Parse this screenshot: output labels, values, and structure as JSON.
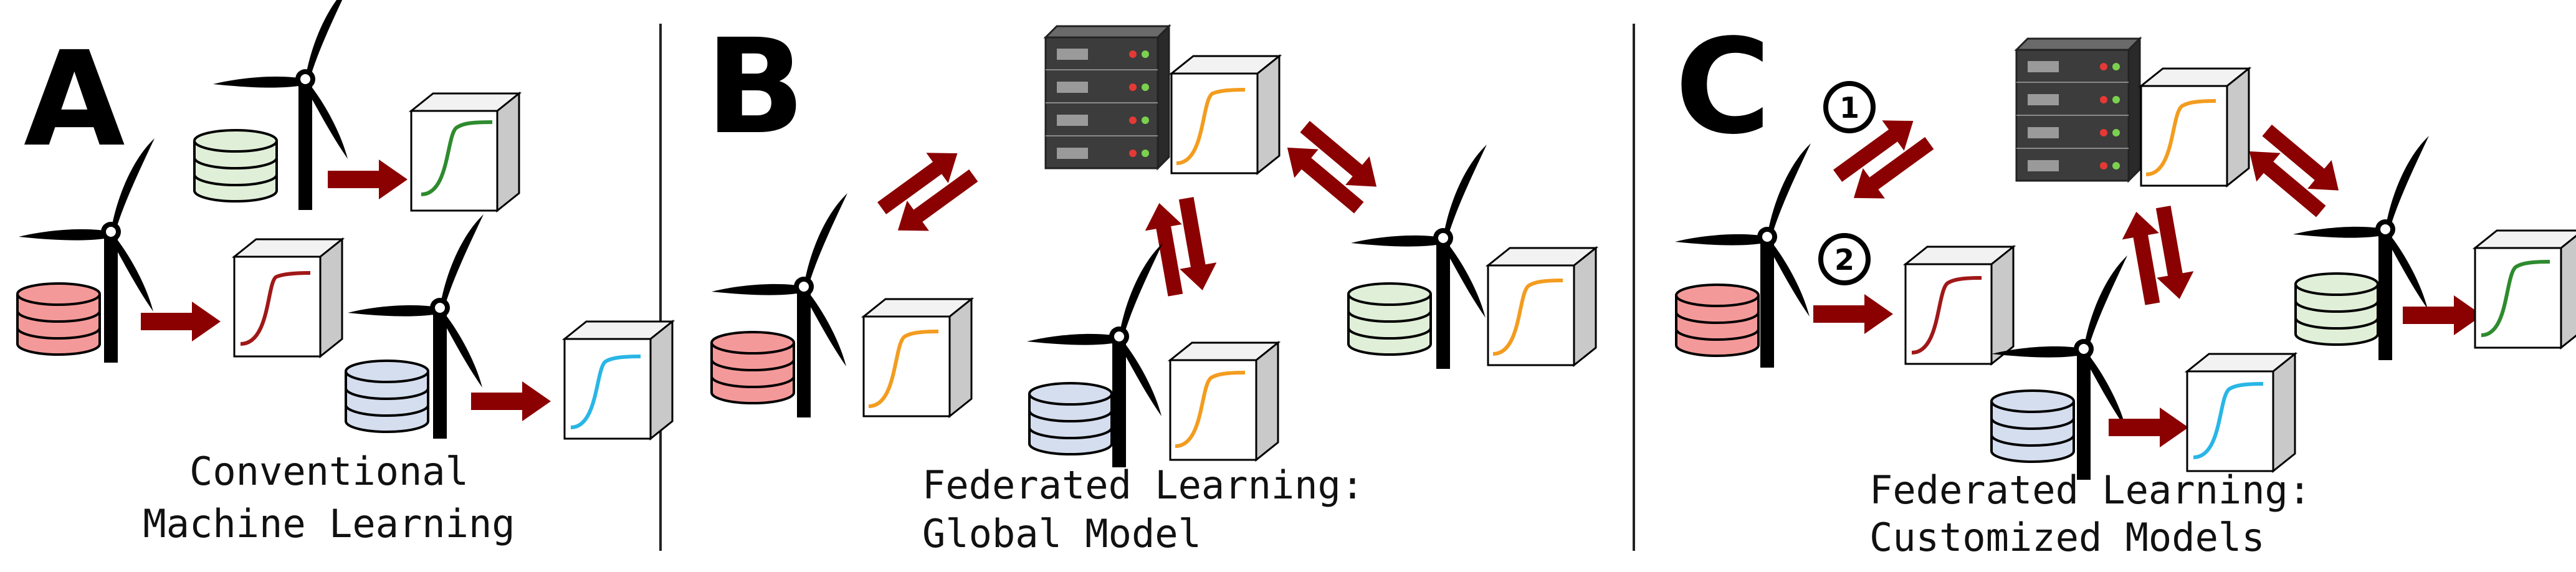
{
  "panels": [
    {
      "letter": "A",
      "caption_line1": "Conventional",
      "caption_line2": "Machine Learning"
    },
    {
      "letter": "B",
      "caption_line1": "Federated Learning:",
      "caption_line2": "Global Model"
    },
    {
      "letter": "C",
      "caption_line1": "Federated Learning:",
      "caption_line2": "Customized Models"
    }
  ],
  "steps": [
    "1",
    "2"
  ],
  "colors": {
    "arrow": "#8b0000",
    "db_red": "#f49999",
    "db_green": "#e0efd8",
    "db_blue": "#d5deef",
    "curve_green": "#2e8b2e",
    "curve_red": "#a01818",
    "curve_cyan": "#29b6e6",
    "curve_orange": "#f39c1f",
    "server": "#3a3a3a",
    "led_red": "#e53935",
    "led_green": "#7bd14f"
  },
  "icons": [
    "wind-turbine-icon",
    "database-icon",
    "model-box-icon",
    "server-icon",
    "arrow-icon"
  ]
}
